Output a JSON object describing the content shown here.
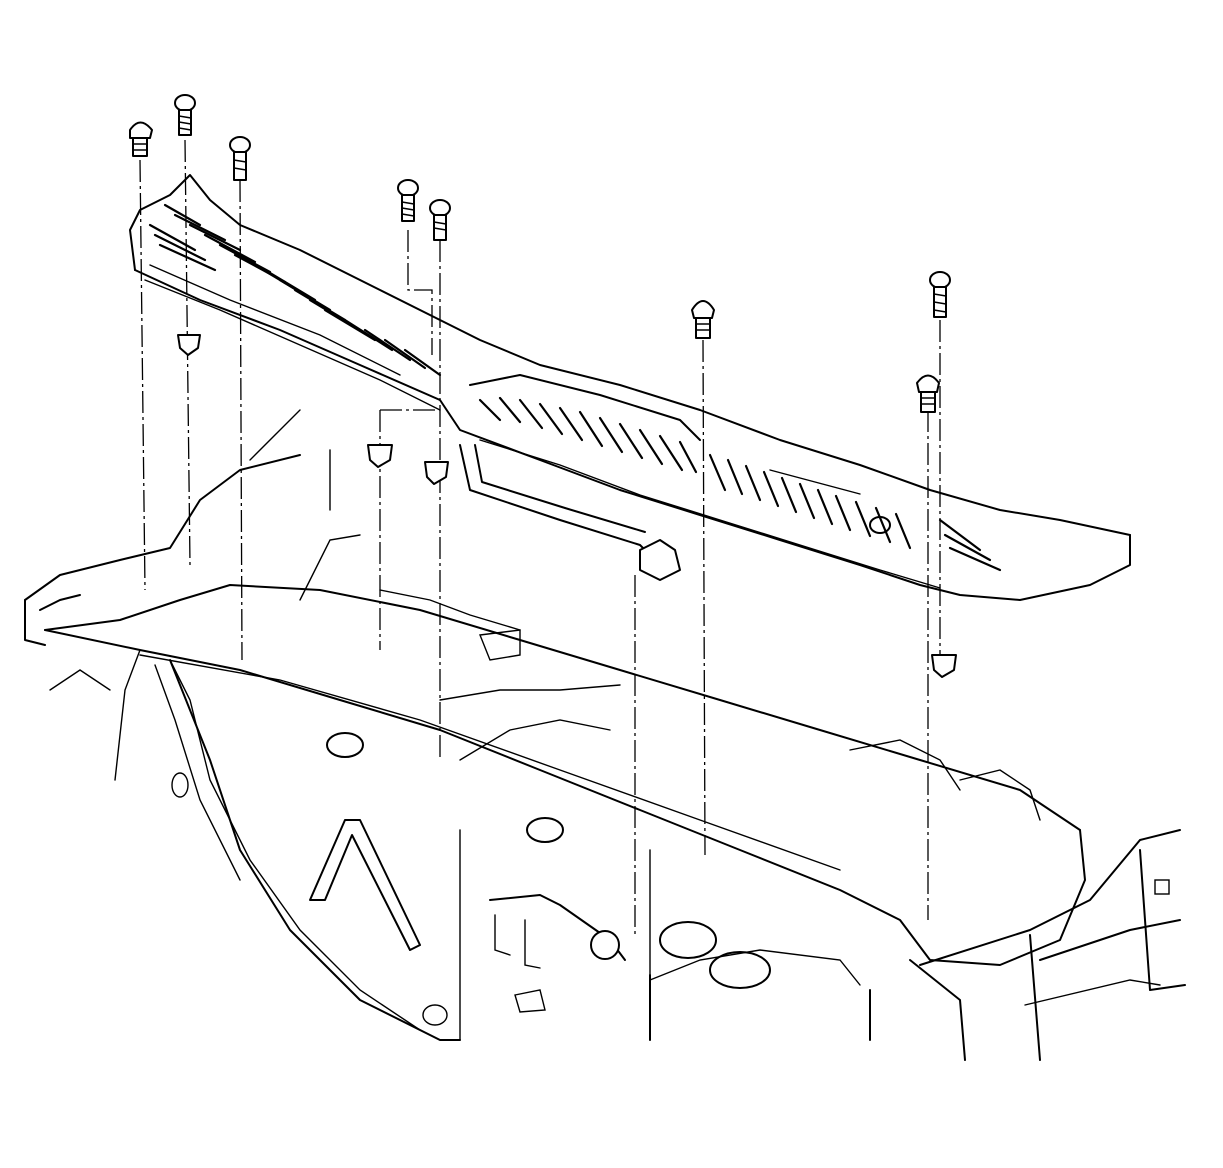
{
  "diagram": {
    "fasteners": [
      {
        "kind": "push-pin"
      },
      {
        "kind": "bolt"
      },
      {
        "kind": "bolt"
      },
      {
        "kind": "bolt"
      },
      {
        "kind": "bolt"
      },
      {
        "kind": "push-pin"
      },
      {
        "kind": "bolt"
      },
      {
        "kind": "push-pin"
      }
    ],
    "clips": [
      {
        "kind": "retainer-clip"
      },
      {
        "kind": "retainer-clip"
      },
      {
        "kind": "retainer-clip"
      },
      {
        "kind": "retainer-clip"
      }
    ],
    "colors": {
      "line": "#000000",
      "background": "#ffffff"
    }
  }
}
